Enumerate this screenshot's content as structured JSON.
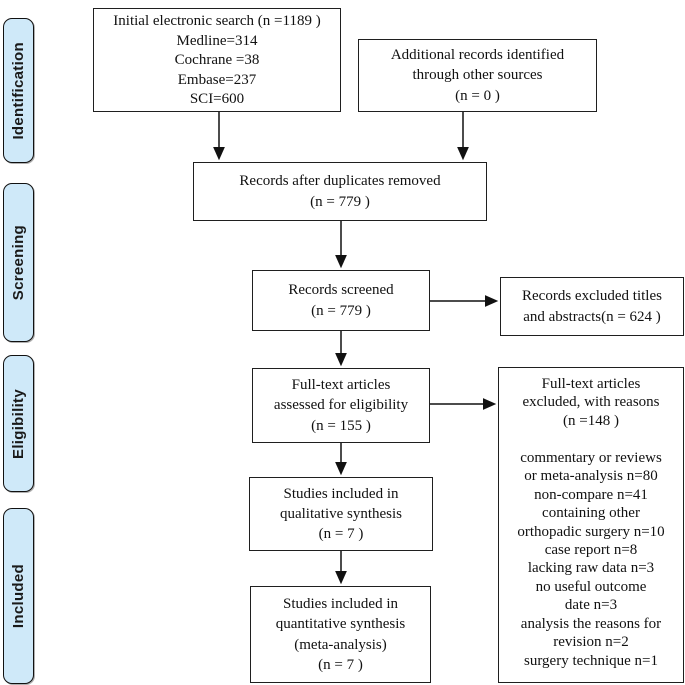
{
  "diagram_type": "PRISMA flow diagram",
  "colors": {
    "stage_label_bg": "#cfe9f9",
    "box_border": "#1f1f1f",
    "arrow": "#111111",
    "background": "#ffffff"
  },
  "sidebar": {
    "identification": "Identification",
    "screening": "Screening",
    "eligibility": "Eligibility",
    "included": "Included"
  },
  "boxes": {
    "initial_search": {
      "lines": [
        "Initial electronic search (n =1189 )",
        "Medline=314",
        "Cochrane =38",
        "Embase=237",
        "SCI=600"
      ]
    },
    "additional_records": {
      "lines": [
        "Additional records identified",
        "through other sources",
        "(n = 0 )"
      ]
    },
    "duplicates_removed": {
      "lines": [
        "Records after duplicates removed",
        "(n = 779 )"
      ]
    },
    "records_screened": {
      "lines": [
        "Records screened",
        "(n = 779 )"
      ]
    },
    "records_excluded": {
      "lines": [
        "Records excluded titles",
        "and abstracts(n =  624 )"
      ]
    },
    "fulltext_assessed": {
      "lines": [
        "Full-text articles",
        "assessed for eligibility",
        "(n = 155 )"
      ]
    },
    "fulltext_excluded": {
      "lines": [
        "Full-text articles",
        "excluded, with reasons",
        "(n =148 )",
        "",
        "commentary or reviews",
        "or meta-analysis n=80",
        "non-compare n=41",
        "containing other",
        "orthopadic surgery n=10",
        "case report n=8",
        "lacking raw data n=3",
        "no useful outcome",
        "date n=3",
        "analysis the reasons for",
        "revision n=2",
        "surgery technique n=1"
      ]
    },
    "qualitative_synthesis": {
      "lines": [
        "Studies included in",
        "qualitative synthesis",
        "(n = 7 )"
      ]
    },
    "quantitative_synthesis": {
      "lines": [
        "Studies included in",
        "quantitative synthesis",
        "(meta-analysis)",
        "(n = 7 )"
      ]
    }
  }
}
